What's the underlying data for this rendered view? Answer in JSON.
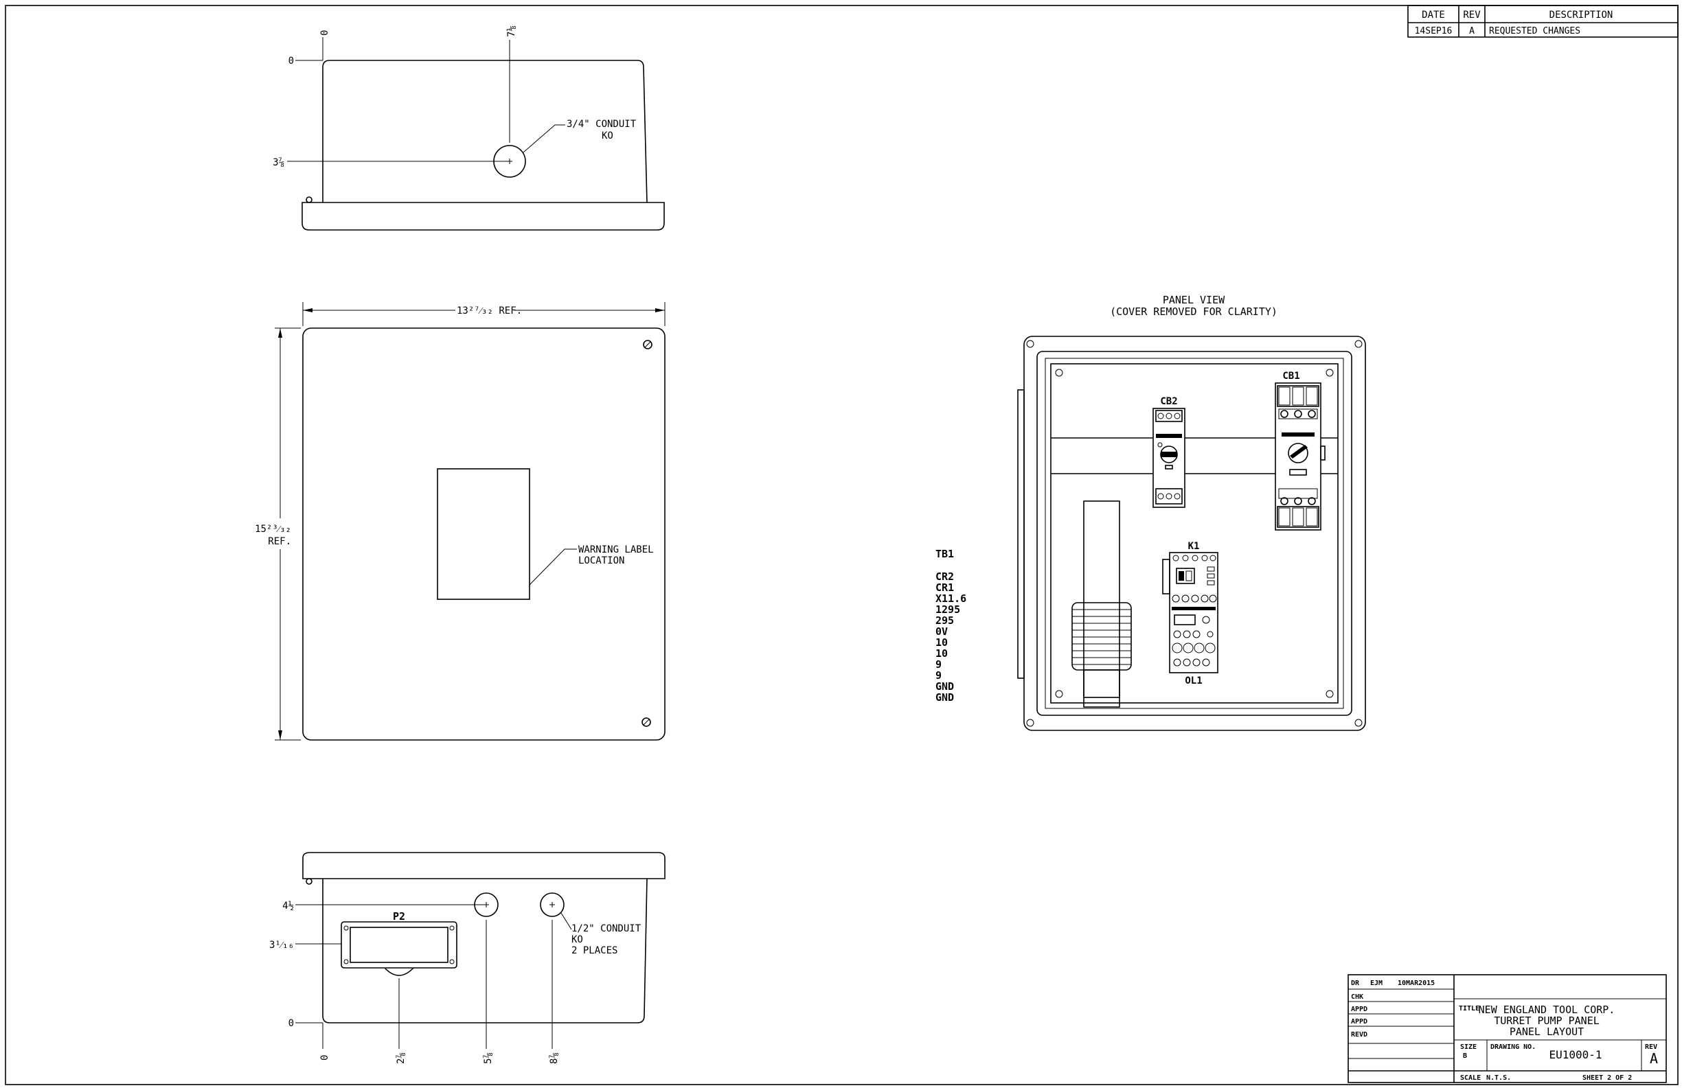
{
  "revision_block": {
    "headers": [
      "DATE",
      "REV",
      "DESCRIPTION"
    ],
    "rows": [
      [
        "14SEP16",
        "A",
        "REQUESTED CHANGES"
      ]
    ]
  },
  "top_view": {
    "dim_zero": "0",
    "dim_top": "7⅛",
    "dim_side": "3⅞",
    "conduit_label_1": "3/4\" CONDUIT",
    "conduit_label_2": "KO"
  },
  "front_view": {
    "width_ref": "13²⁷⁄₃₂ REF.",
    "height_ref_1": "15²³⁄₃₂",
    "height_ref_2": "REF.",
    "warning_label_1": "WARNING LABEL",
    "warning_label_2": "LOCATION"
  },
  "bottom_view": {
    "connector": "P2",
    "dim_y1": "4½",
    "dim_y2": "3¹⁄₁₆",
    "dim_y0": "0",
    "dim_x0": "0",
    "dim_x1": "2⅞",
    "dim_x2": "5⅞",
    "dim_x3": "8⅞",
    "conduit_label_1": "1/2\" CONDUIT",
    "conduit_label_2": "KO",
    "conduit_label_3": "2 PLACES"
  },
  "panel_view": {
    "title_1": "PANEL VIEW",
    "title_2": "(COVER REMOVED FOR CLARITY)",
    "components": [
      "CB1",
      "CB2",
      "K1",
      "OL1"
    ]
  },
  "terminal_block": {
    "name": "TB1",
    "terminals": [
      "CR2",
      "CR1",
      "X11.6",
      "1295",
      "295",
      "0V",
      "10",
      "10",
      "9",
      "9",
      "GND",
      "GND"
    ]
  },
  "title_block": {
    "dr_label": "DR",
    "dr_initials": "EJM",
    "dr_date": "10MAR2015",
    "chk": "CHK",
    "appd1": "APPD",
    "appd2": "APPD",
    "revd": "REVD",
    "title_label": "TITLE",
    "company": "NEW ENGLAND TOOL CORP.",
    "line2": "TURRET PUMP PANEL",
    "line3": "PANEL LAYOUT",
    "size_label": "SIZE",
    "size": "B",
    "dwg_label": "DRAWING NO.",
    "dwg_no": "EU1000-1",
    "rev_label": "REV",
    "rev": "A",
    "scale_label": "SCALE",
    "scale": "N.T.S.",
    "sheet": "SHEET  2  OF  2"
  }
}
